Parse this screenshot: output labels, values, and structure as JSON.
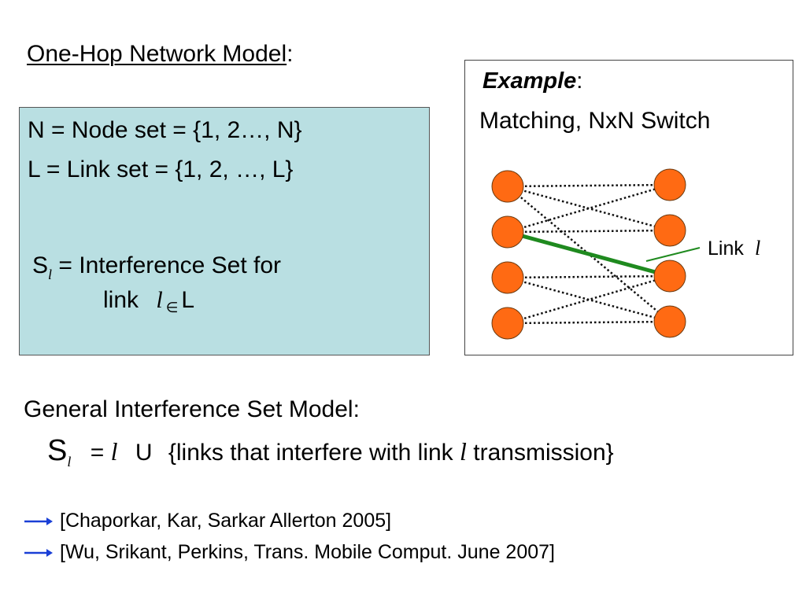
{
  "title": {
    "underlined": "One-Hop Network Model",
    "suffix": ":"
  },
  "definitions": {
    "n_line": "N  = Node set = {1, 2…, N}",
    "l_line": "L   = Link set  =  {1, 2, …, L}",
    "s_symbol": "S",
    "s_subscript": "l",
    "s_text": "= Interference Set for",
    "link_word": "link",
    "link_var": "l",
    "element_of": "∈",
    "link_set": "L"
  },
  "example": {
    "heading": "Example",
    "heading_suffix": ":",
    "subtitle": "Matching, NxN Switch",
    "link_label": "Link",
    "link_var": "l",
    "node_color": "#ff6a13",
    "highlight_color": "#1f8a1f",
    "left_nodes": 4,
    "right_nodes": 4,
    "dotted_edges": [
      [
        0,
        0
      ],
      [
        0,
        1
      ],
      [
        1,
        0
      ],
      [
        1,
        1
      ],
      [
        0,
        3
      ],
      [
        2,
        2
      ],
      [
        2,
        3
      ],
      [
        3,
        2
      ],
      [
        3,
        3
      ]
    ],
    "highlighted_edge": [
      1,
      2
    ]
  },
  "general": {
    "title": "General Interference Set Model:",
    "s": "S",
    "s_sub": "l",
    "equals": "=",
    "l": "l",
    "union": "U",
    "set_text_1": "{links that interfere with link",
    "set_var": "l",
    "set_text_2": "transmission}"
  },
  "references": [
    "[Chaporkar, Kar, Sarkar Allerton 2005]",
    "[Wu, Srikant, Perkins, Trans. Mobile Comput. June 2007]"
  ],
  "arrow_color": "#1a3fd6"
}
